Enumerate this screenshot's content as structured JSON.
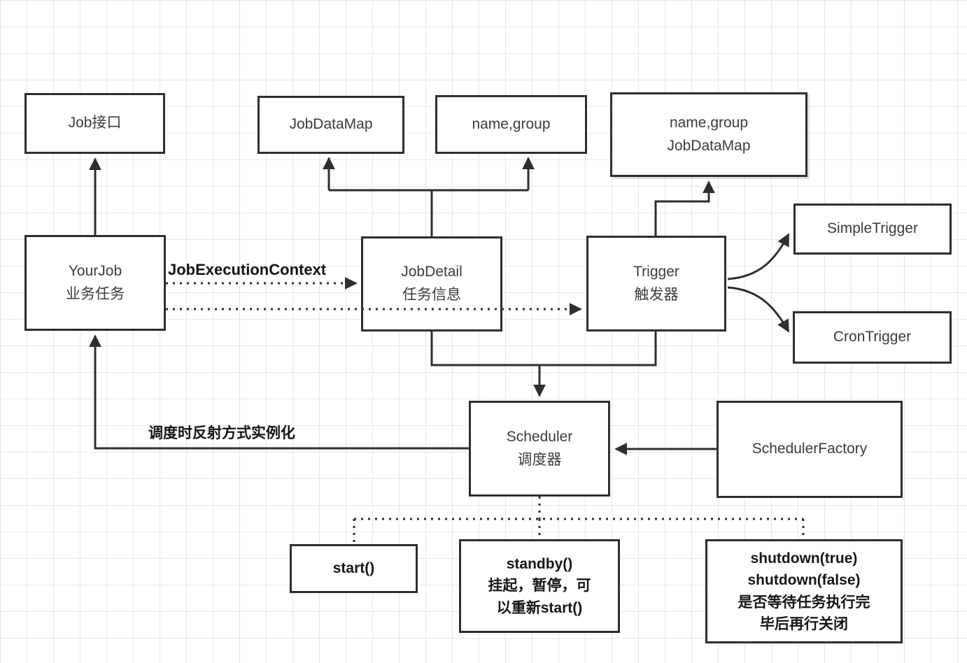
{
  "nodes": {
    "job_interface": {
      "label": "Job接口"
    },
    "job_data_map": {
      "label": "JobDataMap"
    },
    "name_group": {
      "label": "name,group"
    },
    "name_group_map": {
      "lines": [
        "name,group",
        "JobDataMap"
      ]
    },
    "your_job": {
      "lines": [
        "YourJob",
        "业务任务"
      ]
    },
    "job_detail": {
      "lines": [
        "JobDetail",
        "任务信息"
      ]
    },
    "trigger": {
      "lines": [
        "Trigger",
        "触发器"
      ]
    },
    "simple_trigger": {
      "label": "SimpleTrigger"
    },
    "cron_trigger": {
      "label": "CronTrigger"
    },
    "scheduler": {
      "lines": [
        "Scheduler",
        "调度器"
      ]
    },
    "scheduler_factory": {
      "label": "SchedulerFactory"
    },
    "start": {
      "label": "start()"
    },
    "standby": {
      "lines": [
        "standby()",
        "挂起，暂停，可",
        "以重新start()"
      ]
    },
    "shutdown": {
      "lines": [
        "shutdown(true)",
        "shutdown(false)",
        "是否等待任务执行完",
        "毕后再行关闭"
      ]
    }
  },
  "edge_labels": {
    "job_execution_context": "JobExecutionContext",
    "reflection_note": "调度时反射方式实例化"
  },
  "colors": {
    "background": "#ffffff",
    "grid": "#e7e7e7",
    "box_border": "#2e2e2e",
    "arrow": "#2e2e2e",
    "text": "#3c3c3c"
  }
}
